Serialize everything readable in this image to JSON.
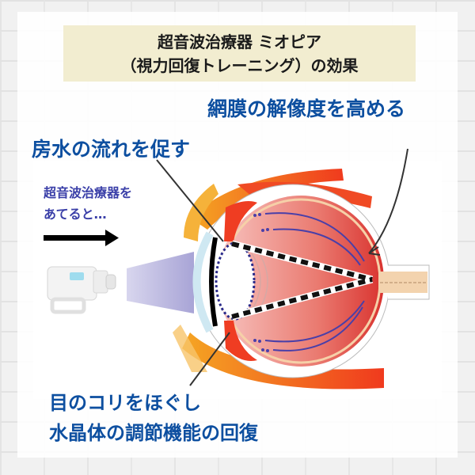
{
  "title": {
    "line1": "超音波治療器 ミオピア",
    "line2": "（視力回復トレーニング）の効果"
  },
  "labels": {
    "retina": "網膜の解像度を高める",
    "aqueous": "房水の流れを促す",
    "ciliary_line1": "目のコリをほぐし",
    "ciliary_line2": "水晶体の調節機能の回復"
  },
  "diagram": {
    "caption_line1": "超音波治療器を",
    "caption_line2": "あてると…",
    "device": "ultrasound-device",
    "direction_arrow": "right-arrow"
  },
  "colors": {
    "title_bg": "#f2edd0",
    "label_blue": "#0d4fa0",
    "caption_purple": "#3a3fa8",
    "eye_red": "#e0403a",
    "muscle_orange": "#f05a1e",
    "lid_yellow": "#f2b23a",
    "beam_lavender": "#b6b3dd"
  }
}
